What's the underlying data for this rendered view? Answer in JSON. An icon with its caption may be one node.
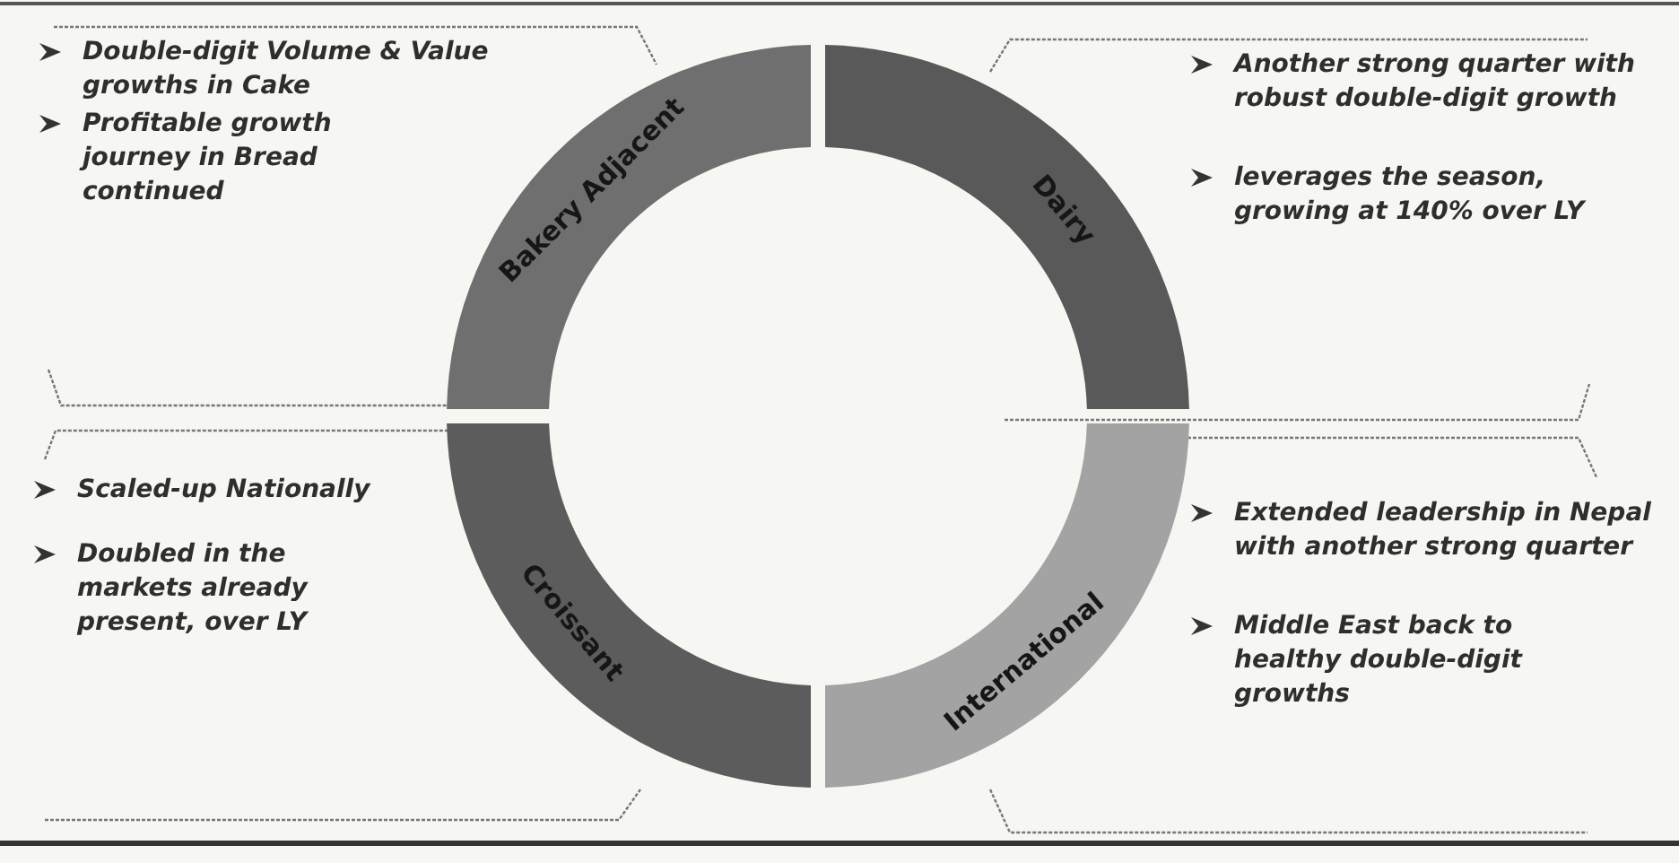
{
  "diagram": {
    "nodes": [
      {
        "text": [
          "Bakery Adjacent"
        ]
      },
      {
        "text": [
          "Dairy"
        ]
      },
      {
        "text": [
          "Croissant"
        ]
      },
      {
        "text": [
          "International"
        ]
      }
    ],
    "labels": [
      "Double-digit Volume & Value growths in Cake",
      "Profitable growth journey in Bread continued",
      "Another strong quarter with robust double-digit growth",
      "leverages the season, growing at 140% over LY",
      "Scaled-up Nationally",
      "Doubled in the markets already present, over LY",
      "Extended leadership in Nepal with another strong quarter",
      "Middle East back to healthy double-digit growths"
    ]
  }
}
